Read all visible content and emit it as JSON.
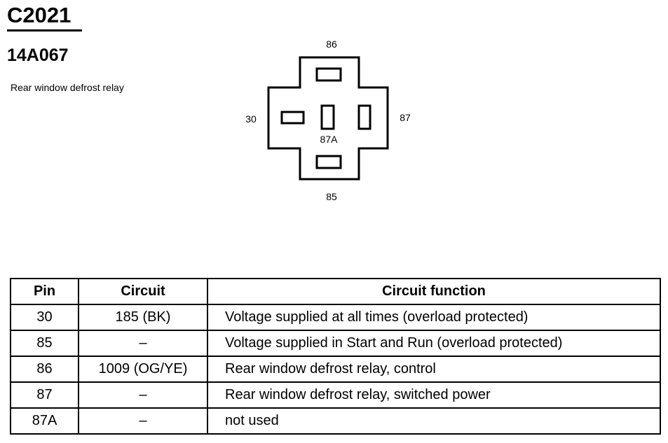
{
  "connector": {
    "id": "C2021",
    "part_number": "14A067",
    "description": "Rear window defrost relay"
  },
  "diagram": {
    "pins": {
      "top": "86",
      "left": "30",
      "right": "87",
      "center": "87A",
      "bottom": "85"
    }
  },
  "table": {
    "headers": [
      "Pin",
      "Circuit",
      "Circuit function"
    ],
    "rows": [
      {
        "pin": "30",
        "circuit": "185 (BK)",
        "function": "Voltage supplied at all times (overload protected)"
      },
      {
        "pin": "85",
        "circuit": "–",
        "function": "Voltage supplied in Start and Run (overload protected)"
      },
      {
        "pin": "86",
        "circuit": "1009 (OG/YE)",
        "function": "Rear window defrost relay, control"
      },
      {
        "pin": "87",
        "circuit": "–",
        "function": "Rear window defrost relay, switched power"
      },
      {
        "pin": "87A",
        "circuit": "–",
        "function": "not used"
      }
    ]
  }
}
